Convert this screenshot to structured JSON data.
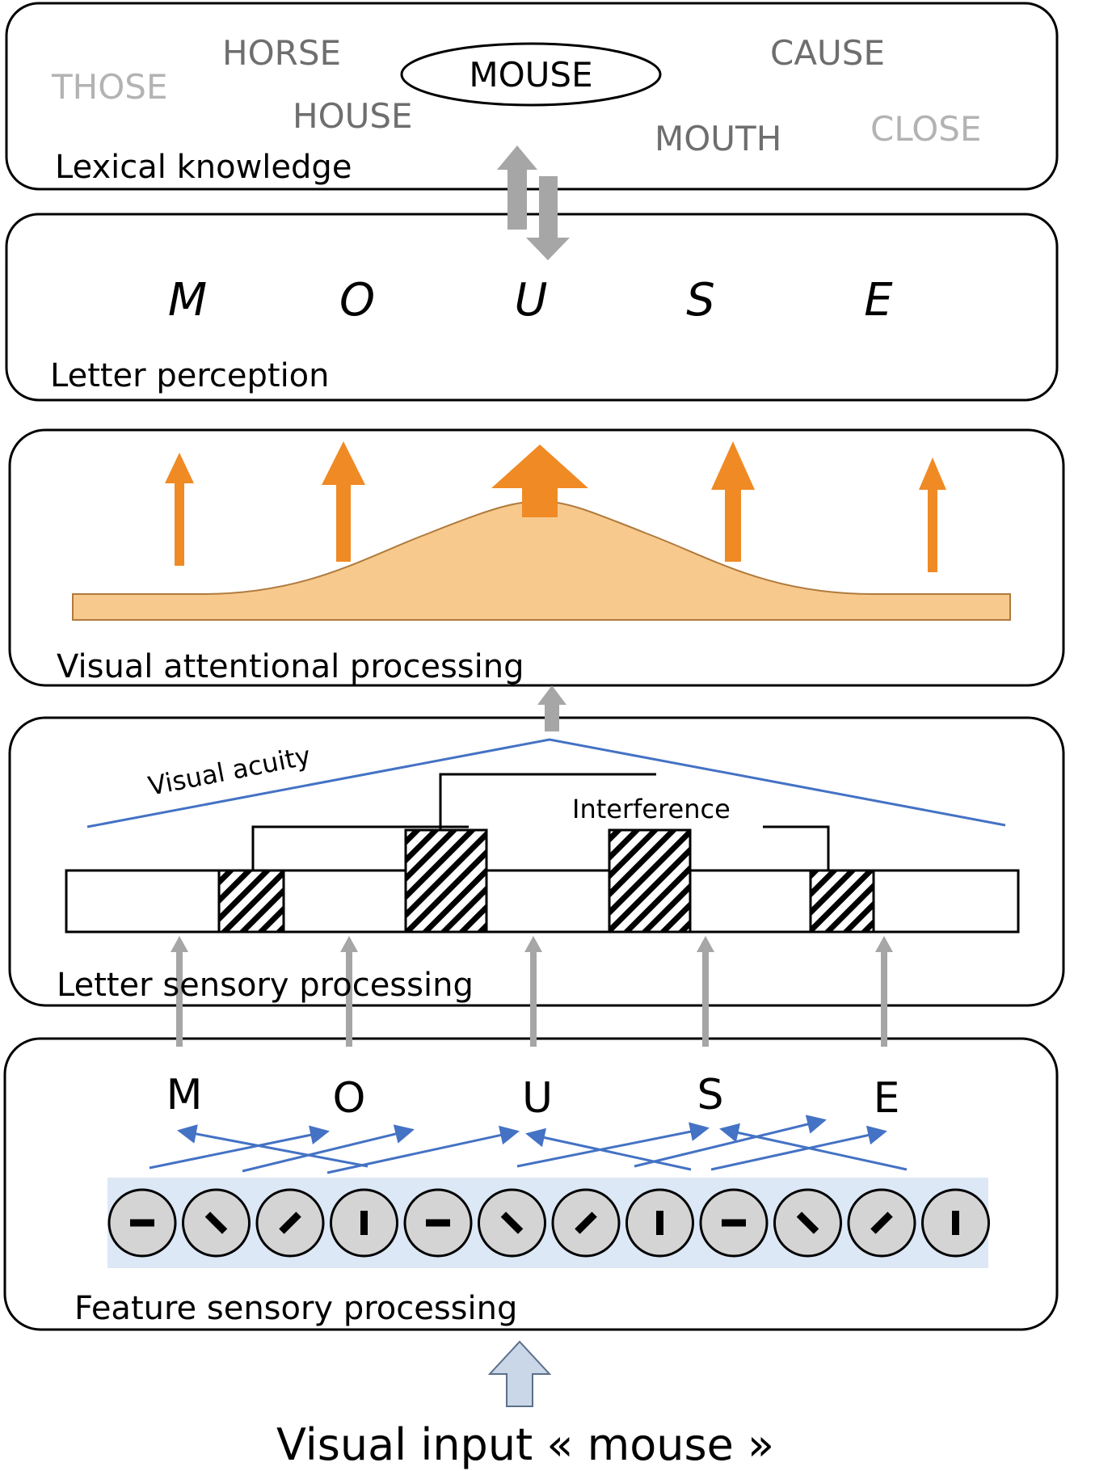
{
  "stages": {
    "lexical": {
      "label": "Lexical knowledge"
    },
    "letter_perception": {
      "label": "Letter perception"
    },
    "attention": {
      "label": "Visual attentional processing"
    },
    "letter_sensory": {
      "label": "Letter sensory processing"
    },
    "feature_sensory": {
      "label": "Feature sensory processing"
    }
  },
  "lexicon": {
    "target": "MOUSE",
    "candidates": [
      "HORSE",
      "THOSE",
      "HOUSE",
      "CAUSE",
      "MOUTH",
      "CLOSE"
    ]
  },
  "perceived_letters": [
    "M",
    "O",
    "U",
    "S",
    "E"
  ],
  "input_letters": [
    "M",
    "O",
    "U",
    "S",
    "E"
  ],
  "annotations": {
    "visual_acuity": "Visual acuity",
    "interference": "Interference"
  },
  "input": {
    "label": "Visual input « mouse »"
  },
  "colors": {
    "attention_orange": "#f08a24",
    "attention_fill": "#f8c98d",
    "acuity_blue": "#4472c4",
    "feature_band": "#dce8f6",
    "gray_arrow": "#a6a6a6",
    "input_arrow": "#c9d7e8"
  }
}
